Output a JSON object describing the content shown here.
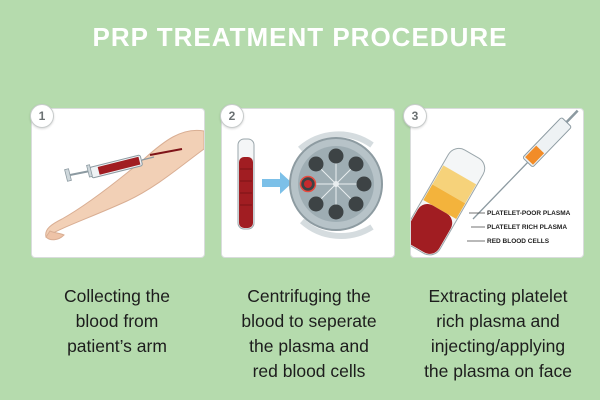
{
  "title": "PRP TREATMENT PROCEDURE",
  "steps": [
    {
      "number": "1",
      "caption": "Collecting the\nblood from\npatient’s arm"
    },
    {
      "number": "2",
      "caption": "Centrifuging the\nblood to seperate\nthe plasma and\nred blood cells"
    },
    {
      "number": "3",
      "caption": "Extracting platelet\nrich plasma and\ninjecting/applying\nthe plasma on face"
    }
  ],
  "tube_labels": {
    "platelet_poor": "PLATELET-POOR PLASMA",
    "platelet_rich": "PLATELET RICH PLASMA",
    "red_cells": "RED BLOOD CELLS"
  },
  "colors": {
    "background": "#b5dbad",
    "blood": "#a11d22",
    "plasma": "#f3b33c",
    "skin": "#f2d0b6"
  }
}
